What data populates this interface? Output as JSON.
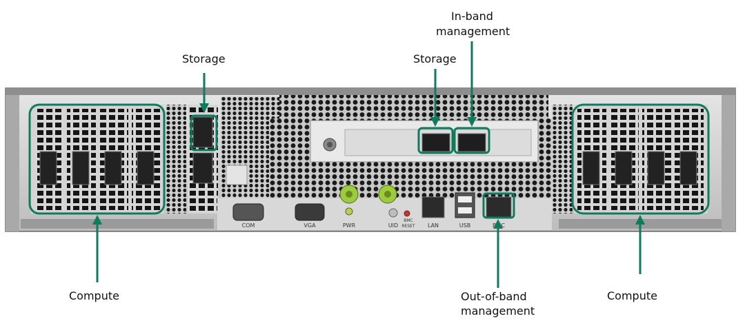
{
  "accent_color": "#0f7a5c",
  "callouts": {
    "storage_left": "Storage",
    "storage_right": "Storage",
    "inband_line1": "In-band",
    "inband_line2": "management",
    "compute_left": "Compute",
    "compute_right": "Compute",
    "oob_line1": "Out-of-band",
    "oob_line2": "management"
  },
  "port_labels": {
    "com": "COM",
    "vga": "VGA",
    "pwr": "PWR",
    "uid": "UID",
    "bmc_reset_line1": "BMC",
    "bmc_reset_line2": "RESET",
    "lan": "LAN",
    "usb": "USB",
    "bmc": "BMC"
  }
}
